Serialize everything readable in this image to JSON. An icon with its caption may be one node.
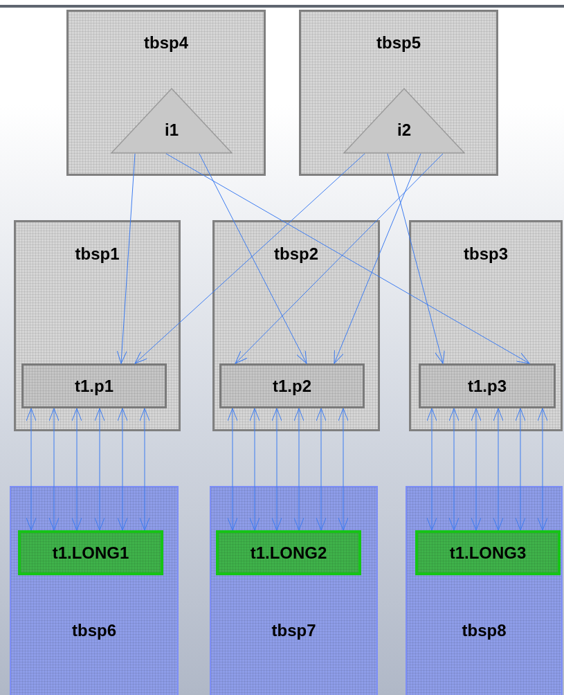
{
  "diagram": {
    "nodes": [
      {
        "text": [
          "tbsp4"
        ]
      },
      {
        "text": [
          "i1"
        ],
        "in": 0
      },
      {
        "text": [
          "tbsp5"
        ]
      },
      {
        "text": [
          "i2"
        ],
        "in": 2
      },
      {
        "text": [
          "tbsp1"
        ]
      },
      {
        "text": [
          "t1.p1"
        ],
        "in": 4
      },
      {
        "text": [
          "tbsp2"
        ]
      },
      {
        "text": [
          "t1.p2"
        ],
        "in": 6
      },
      {
        "text": [
          "tbsp3"
        ]
      },
      {
        "text": [
          "t1.p3"
        ],
        "in": 8
      },
      {
        "text": [
          "tbsp6"
        ]
      },
      {
        "text": [
          "t1.LONG1"
        ],
        "in": 10
      },
      {
        "text": [
          "tbsp7"
        ]
      },
      {
        "text": [
          "t1.LONG2"
        ],
        "in": 12
      },
      {
        "text": [
          "tbsp8"
        ]
      },
      {
        "text": [
          "t1.LONG3"
        ],
        "in": 14
      }
    ],
    "edges": [
      {
        "from": 1,
        "to": 5,
        "arrow": "to"
      },
      {
        "from": 1,
        "to": 7,
        "arrow": "to"
      },
      {
        "from": 1,
        "to": 9,
        "arrow": "to"
      },
      {
        "from": 3,
        "to": 5,
        "arrow": "to"
      },
      {
        "from": 3,
        "to": 7,
        "arrow": "to"
      },
      {
        "from": 3,
        "to": 7,
        "arrow": "to"
      },
      {
        "from": 3,
        "to": 9,
        "arrow": "to"
      },
      {
        "from": 5,
        "to": 11,
        "arrow": "both"
      },
      {
        "from": 5,
        "to": 11,
        "arrow": "both"
      },
      {
        "from": 5,
        "to": 11,
        "arrow": "both"
      },
      {
        "from": 5,
        "to": 11,
        "arrow": "both"
      },
      {
        "from": 5,
        "to": 11,
        "arrow": "both"
      },
      {
        "from": 5,
        "to": 11,
        "arrow": "both"
      },
      {
        "from": 7,
        "to": 13,
        "arrow": "both"
      },
      {
        "from": 7,
        "to": 13,
        "arrow": "both"
      },
      {
        "from": 7,
        "to": 13,
        "arrow": "both"
      },
      {
        "from": 7,
        "to": 13,
        "arrow": "both"
      },
      {
        "from": 7,
        "to": 13,
        "arrow": "both"
      },
      {
        "from": 7,
        "to": 13,
        "arrow": "both"
      },
      {
        "from": 9,
        "to": 15,
        "arrow": "both"
      },
      {
        "from": 9,
        "to": 15,
        "arrow": "both"
      },
      {
        "from": 9,
        "to": 15,
        "arrow": "both"
      },
      {
        "from": 9,
        "to": 15,
        "arrow": "both"
      },
      {
        "from": 9,
        "to": 15,
        "arrow": "both"
      },
      {
        "from": 9,
        "to": 15,
        "arrow": "both"
      }
    ]
  }
}
